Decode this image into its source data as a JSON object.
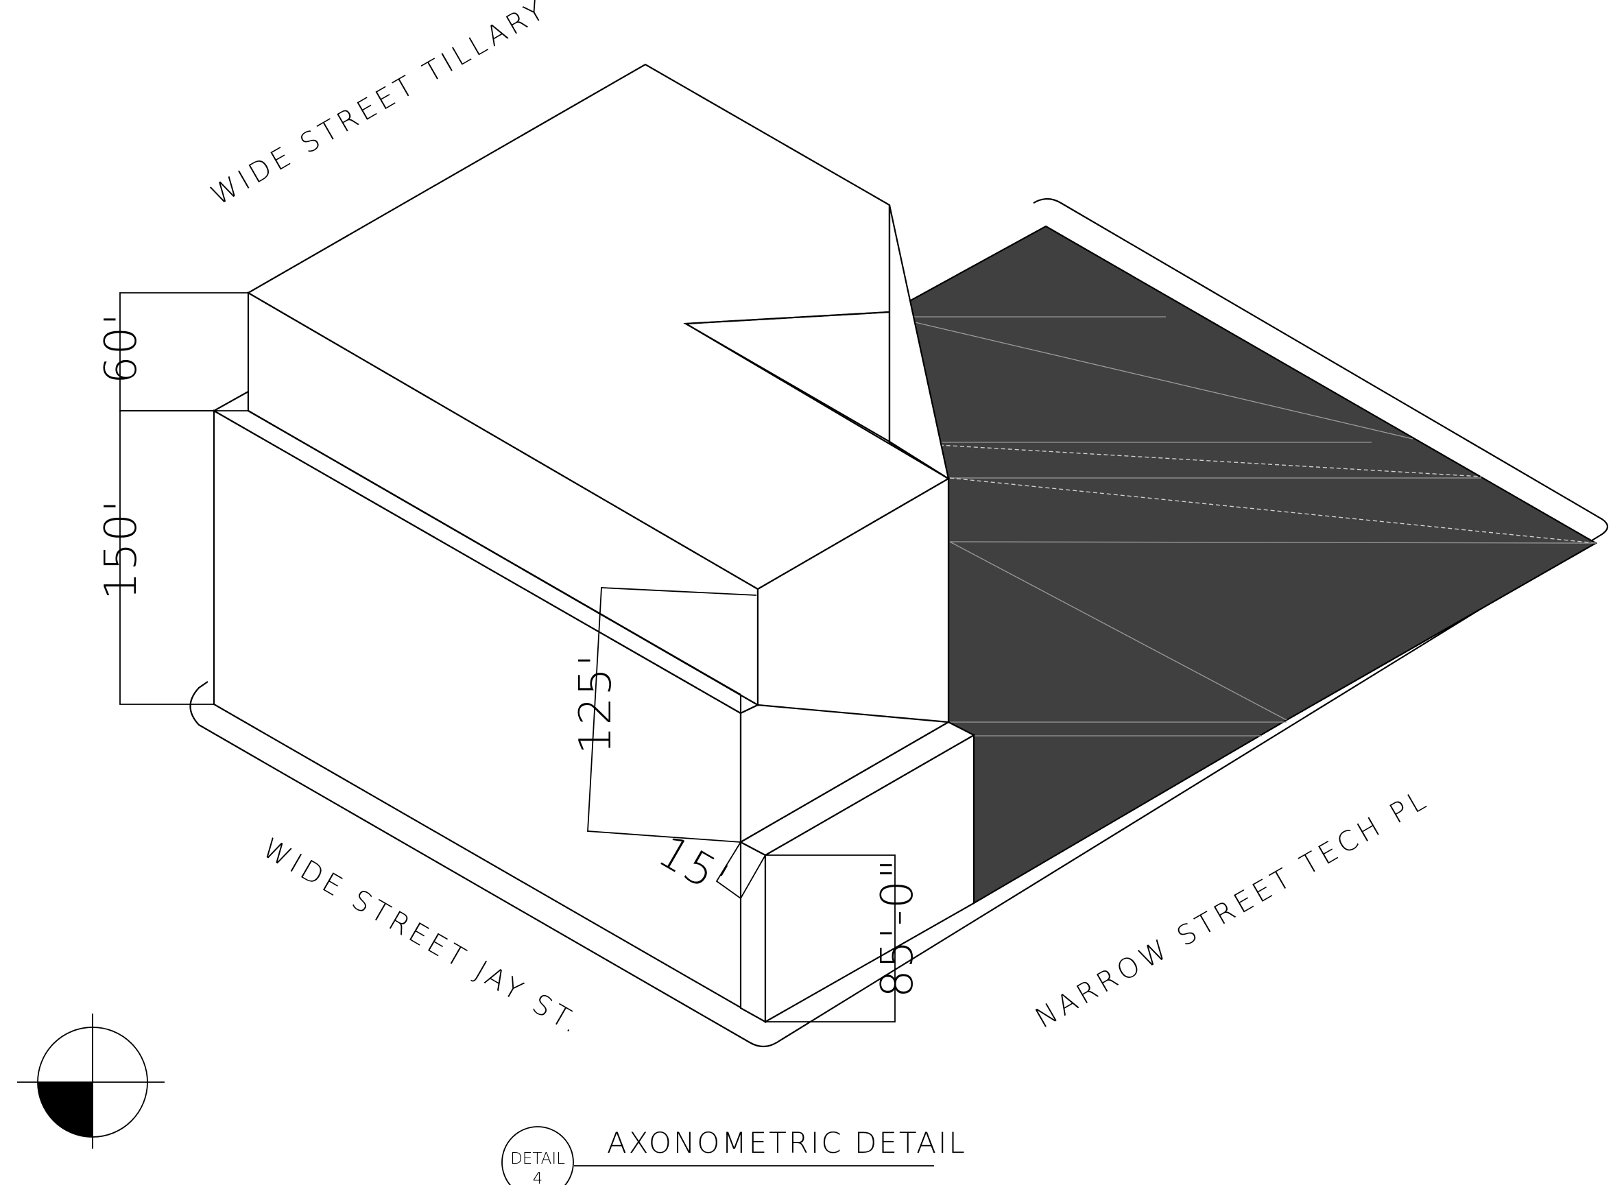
{
  "streets": {
    "tillary": "WIDE STREET TILLARY",
    "jay": "WIDE STREET JAY ST.",
    "tech": "NARROW STREET TECH PL"
  },
  "dimensions": {
    "d60": "60'",
    "d150": "150'",
    "d125": "125'",
    "d15": "15'",
    "d85": "85'-0\""
  },
  "title_block": {
    "title": "AXONOMETRIC DETAIL",
    "tag_label": "DETAIL",
    "tag_number": "4"
  },
  "colors": {
    "lot_fill": "#404040",
    "line": "#000000",
    "background": "#ffffff"
  },
  "icons": {
    "north_arrow": "north-arrow-icon"
  }
}
